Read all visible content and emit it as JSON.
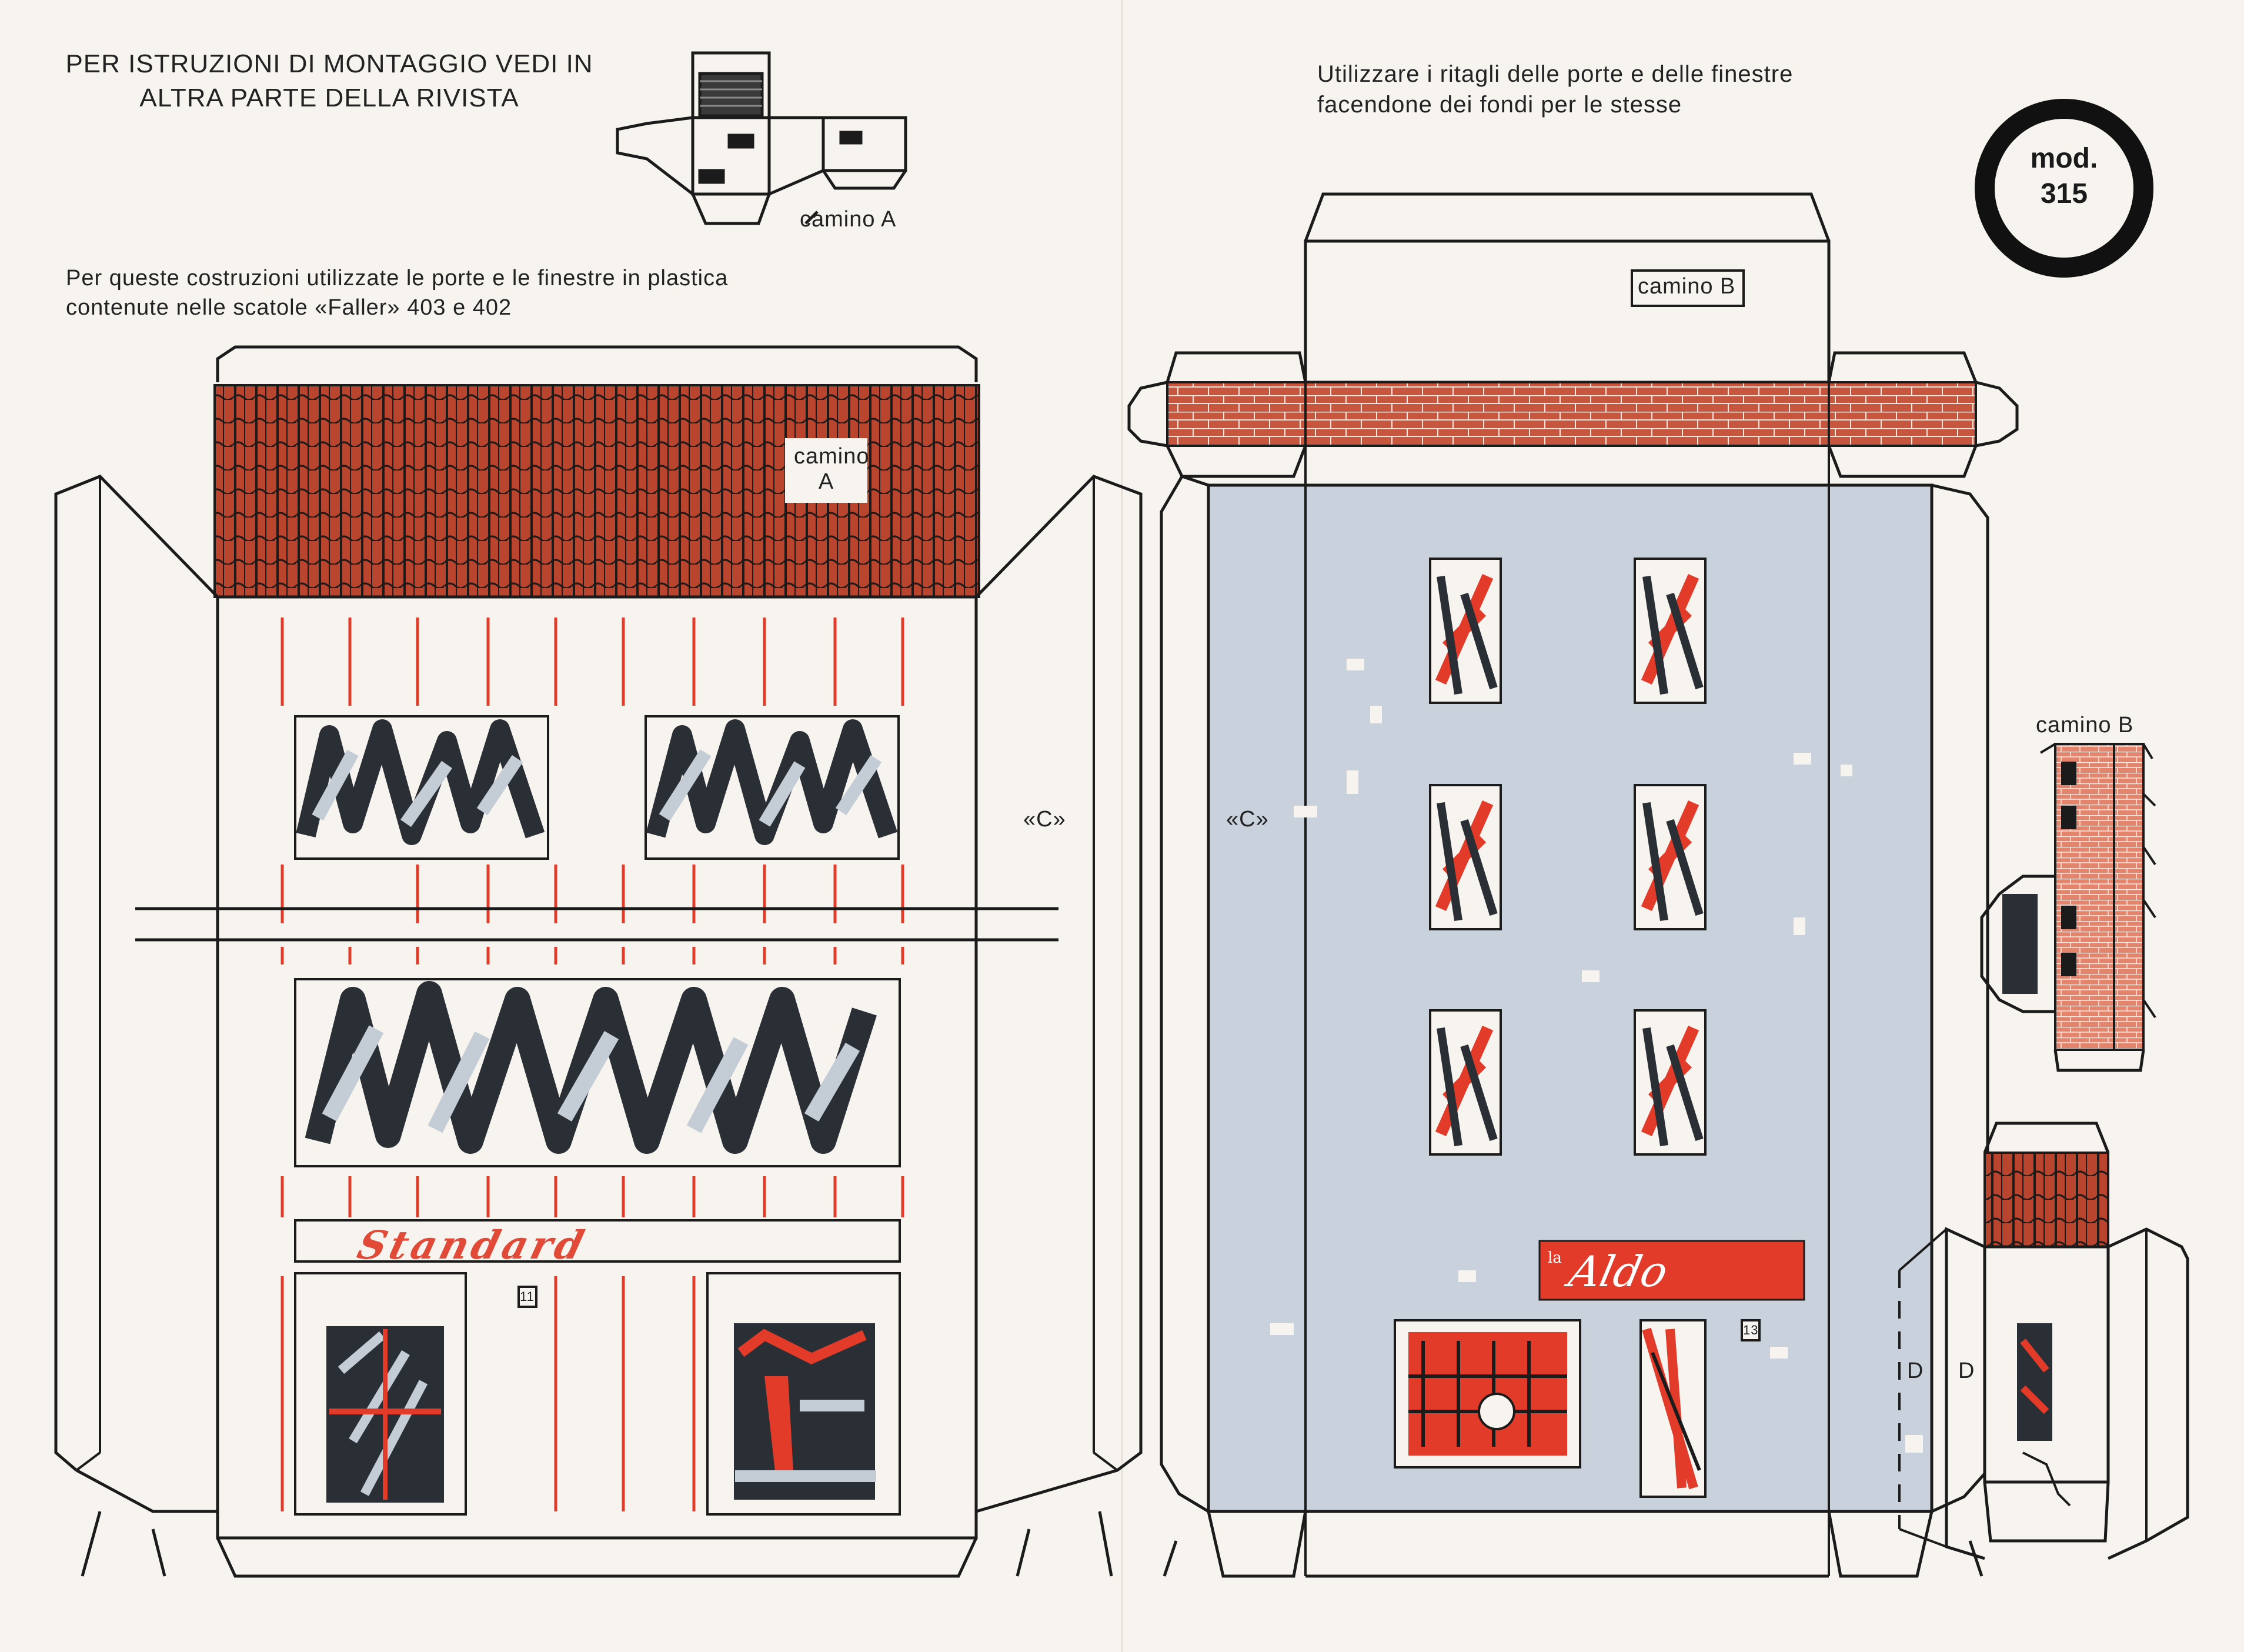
{
  "header": {
    "instructions": "PER ISTRUZIONI DI MONTAGGIO VEDI IN ALTRA PARTE DELLA RIVISTA",
    "cutouts_note": "Utilizzare i ritagli delle porte e delle finestre facendone dei fondi per le stesse",
    "materials_note": "Per queste costruzioni utilizzate le porte e le finestre in plastica contenute nelle scatole «Faller» 403 e 402"
  },
  "badge": {
    "line1": "mod.",
    "line2": "315"
  },
  "labels": {
    "camino_a_outside": "camino A",
    "camino_a_roof_1": "camino",
    "camino_a_roof_2": "A",
    "camino_b_top": "camino B",
    "camino_b_side": "camino B",
    "c_left": "«C»",
    "c_right": "«C»",
    "d_left": "D",
    "d_right": "D",
    "house_no_left": "11",
    "house_no_right": "13"
  },
  "signs": {
    "shop_left": "Standard",
    "shop_right_prefix": "la",
    "shop_right": "Aldo"
  },
  "colors": {
    "paper": "#f7f3ee",
    "roof_red": "#b84a33",
    "brick_red": "#c8583f",
    "accent_red": "#e23b2a",
    "wall_blue": "#c9d2dc",
    "ink": "#1d1d1d"
  }
}
